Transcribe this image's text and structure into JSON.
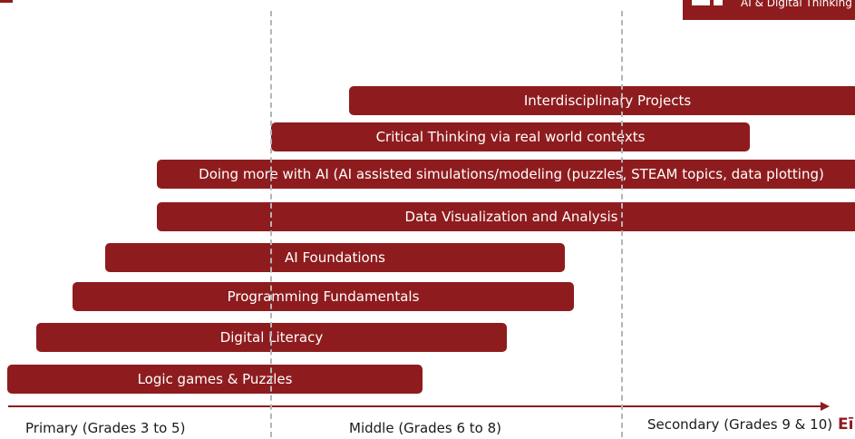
{
  "header": {
    "subtitle": "AI & Digital Thinking"
  },
  "bars": [
    {
      "label": "Interdisciplinary Projects"
    },
    {
      "label": "Critical Thinking via real world contexts"
    },
    {
      "label": "Doing more with AI (AI assisted simulations/modeling (puzzles, STEAM topics, data plotting)"
    },
    {
      "label": "Data Visualization and Analysis"
    },
    {
      "label": "AI Foundations"
    },
    {
      "label": "Programming Fundamentals"
    },
    {
      "label": "Digital Literacy"
    },
    {
      "label": "Logic games & Puzzles"
    }
  ],
  "stages": {
    "primary": "Primary (Grades 3 to 5)",
    "middle": "Middle (Grades 6 to 8)",
    "secondary": "Secondary (Grades 9 & 10)"
  },
  "footer": {
    "logo_text": "Eī"
  },
  "colors": {
    "bar": "#8e1c1e",
    "divider": "#b5b5b5",
    "text_on_bar": "#ffffff"
  }
}
